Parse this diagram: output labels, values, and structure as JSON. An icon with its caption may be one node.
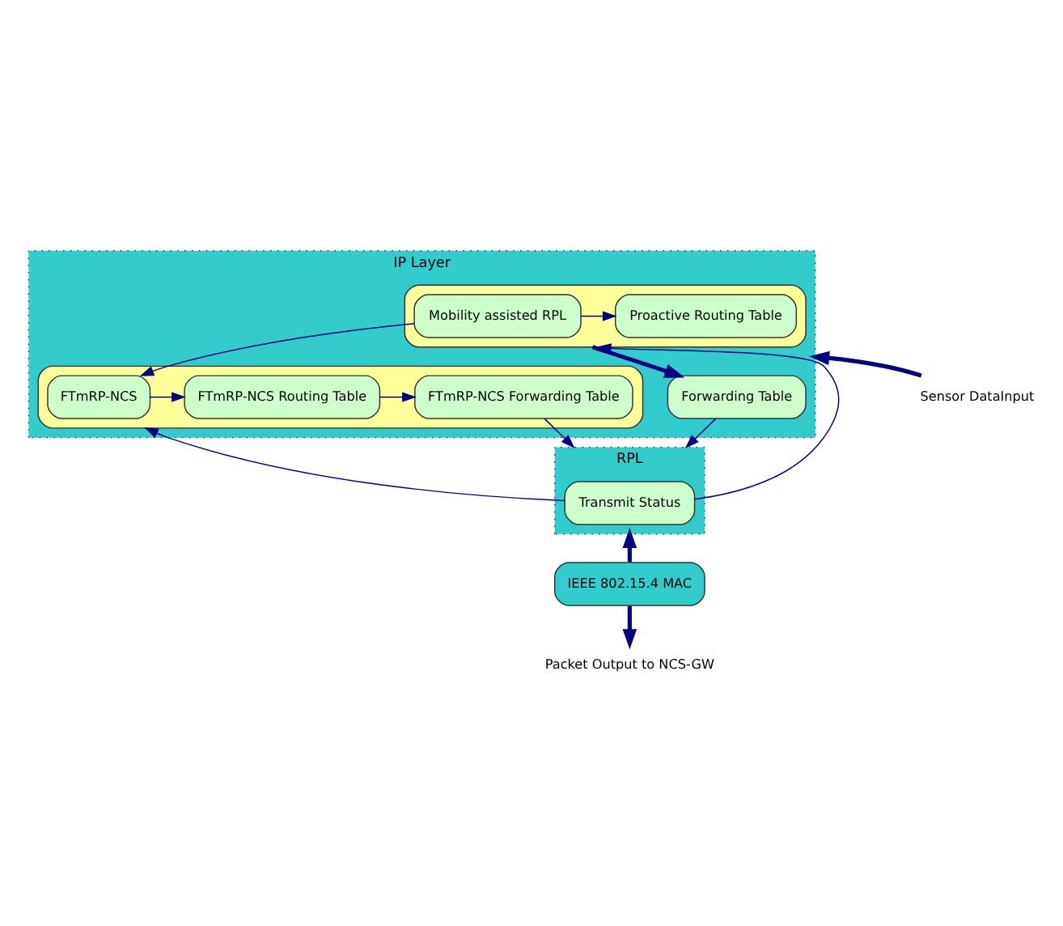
{
  "diagram": {
    "nodes": [
      {
        "text": [
          "IP Layer"
        ]
      },
      {
        "text": [],
        "shape": "box",
        "in": 0
      },
      {
        "text": [
          "Mobility assisted RPL"
        ],
        "in": 1
      },
      {
        "text": [
          "Proactive Routing Table"
        ],
        "in": 1
      },
      {
        "text": [],
        "shape": "box",
        "in": 0
      },
      {
        "text": [
          "FTmRP-NCS"
        ],
        "in": 4
      },
      {
        "text": [
          "FTmRP-NCS Routing Table"
        ],
        "in": 4
      },
      {
        "text": [
          "FTmRP-NCS Forwarding Table"
        ],
        "in": 4
      },
      {
        "text": [
          "Forwarding Table"
        ],
        "in": 0
      },
      {
        "text": [
          "RPL"
        ]
      },
      {
        "text": [
          "Transmit Status"
        ],
        "in": 9
      },
      {
        "text": [
          "IEEE 802.15.4 MAC"
        ]
      },
      {
        "text": [
          "Sensor DataInput"
        ]
      },
      {
        "text": [
          "Packet Output to NCS-GW"
        ]
      }
    ],
    "edges": [
      {
        "from": 12,
        "to": 0,
        "arrow": "to",
        "style": "thick"
      },
      {
        "from": 2,
        "to": 3,
        "arrow": "to"
      },
      {
        "from": 2,
        "to": 5,
        "arrow": "to"
      },
      {
        "from": 5,
        "to": 6,
        "arrow": "to"
      },
      {
        "from": 6,
        "to": 7,
        "arrow": "to"
      },
      {
        "from": 1,
        "to": 8,
        "arrow": "to",
        "style": "thick"
      },
      {
        "from": 7,
        "to": 9,
        "arrow": "to"
      },
      {
        "from": 8,
        "to": 9,
        "arrow": "to"
      },
      {
        "from": 10,
        "to": 1,
        "arrow": "to"
      },
      {
        "from": 10,
        "to": 4,
        "arrow": "to"
      },
      {
        "from": 11,
        "to": 9,
        "arrow": "to",
        "style": "thick"
      },
      {
        "from": 11,
        "to": 13,
        "arrow": "to",
        "style": "thick"
      }
    ]
  }
}
